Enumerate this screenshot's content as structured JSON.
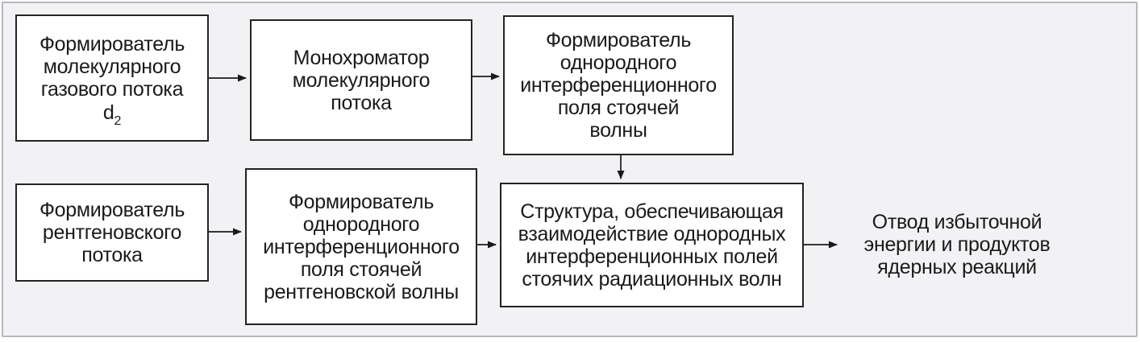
{
  "colors": {
    "bg": "#f2f2f5",
    "frame": "#b7b7c0",
    "box-fill": "#ffffff",
    "box-border": "#232323",
    "text": "#1a1a1a",
    "line": "#1a1a1a"
  },
  "diagram": {
    "boxes": [
      {
        "id": "molecular-gas-flow-former",
        "lines": [
          "Формирователь",
          "молекулярного",
          "газового потока"
        ],
        "formula": {
          "base": "d",
          "sub": "2"
        }
      },
      {
        "id": "molecular-flow-monochromator",
        "lines": [
          "Монохроматор",
          "молекулярного",
          "потока"
        ]
      },
      {
        "id": "standing-wave-interference-field-former",
        "lines": [
          "Формирователь",
          "однородного",
          "интерференционного",
          "поля стоячей",
          "волны"
        ]
      },
      {
        "id": "xray-flow-former",
        "lines": [
          "Формирователь",
          "рентгеновского",
          "потока"
        ]
      },
      {
        "id": "xray-standing-wave-interference-field-former",
        "lines": [
          "Формирователь",
          "однородного",
          "интерференционного",
          "поля стоячей",
          "рентгеновской волны"
        ]
      },
      {
        "id": "interaction-structure",
        "lines": [
          "Структура, обеспечивающая",
          "взаимодействие однородных",
          "интерференционных полей",
          "стоячих радиационных волн"
        ]
      }
    ],
    "output_label": {
      "lines": [
        "Отвод избыточной",
        "энергии и продуктов",
        "ядерных реакций"
      ]
    }
  }
}
